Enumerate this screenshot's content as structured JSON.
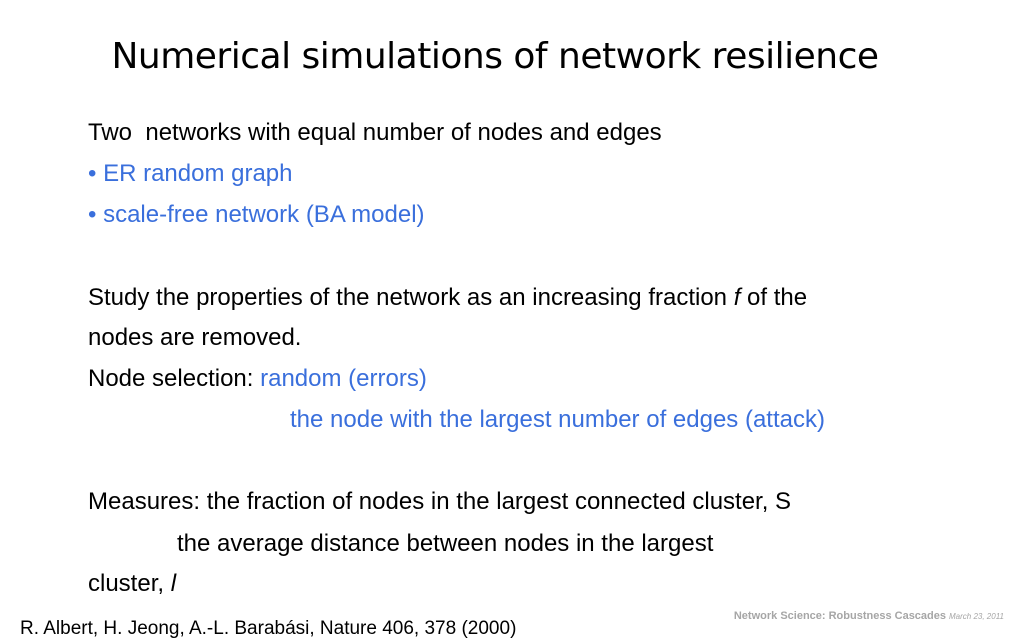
{
  "title": "Numerical simulations of network resilience",
  "intro": "Two  networks with equal number of nodes and edges",
  "bullets": [
    "• ER random graph",
    "• scale-free network (BA model)"
  ],
  "study": {
    "line1_before": "Study the properties of the network as an increasing fraction ",
    "line1_var": "f",
    "line1_after": " of the",
    "line2": "nodes are removed."
  },
  "node_selection": {
    "label": "Node selection: ",
    "option1": "random (errors)",
    "option2": "the node with the largest number of edges (attack)"
  },
  "measures": {
    "line1": "Measures: the fraction of nodes in the largest connected cluster, S",
    "line2": "the average distance between nodes in the largest",
    "line3_before": "cluster, ",
    "line3_var": "l"
  },
  "reference": "R. Albert, H. Jeong, A.-L. Barabási, Nature 406, 378 (2000)",
  "footer": {
    "course": "Network Science: Robustness Cascades",
    "date": "March 23, 2011"
  },
  "colors": {
    "accent_blue": "#3a6fdc",
    "footer_gray": "#a6a6a6"
  }
}
